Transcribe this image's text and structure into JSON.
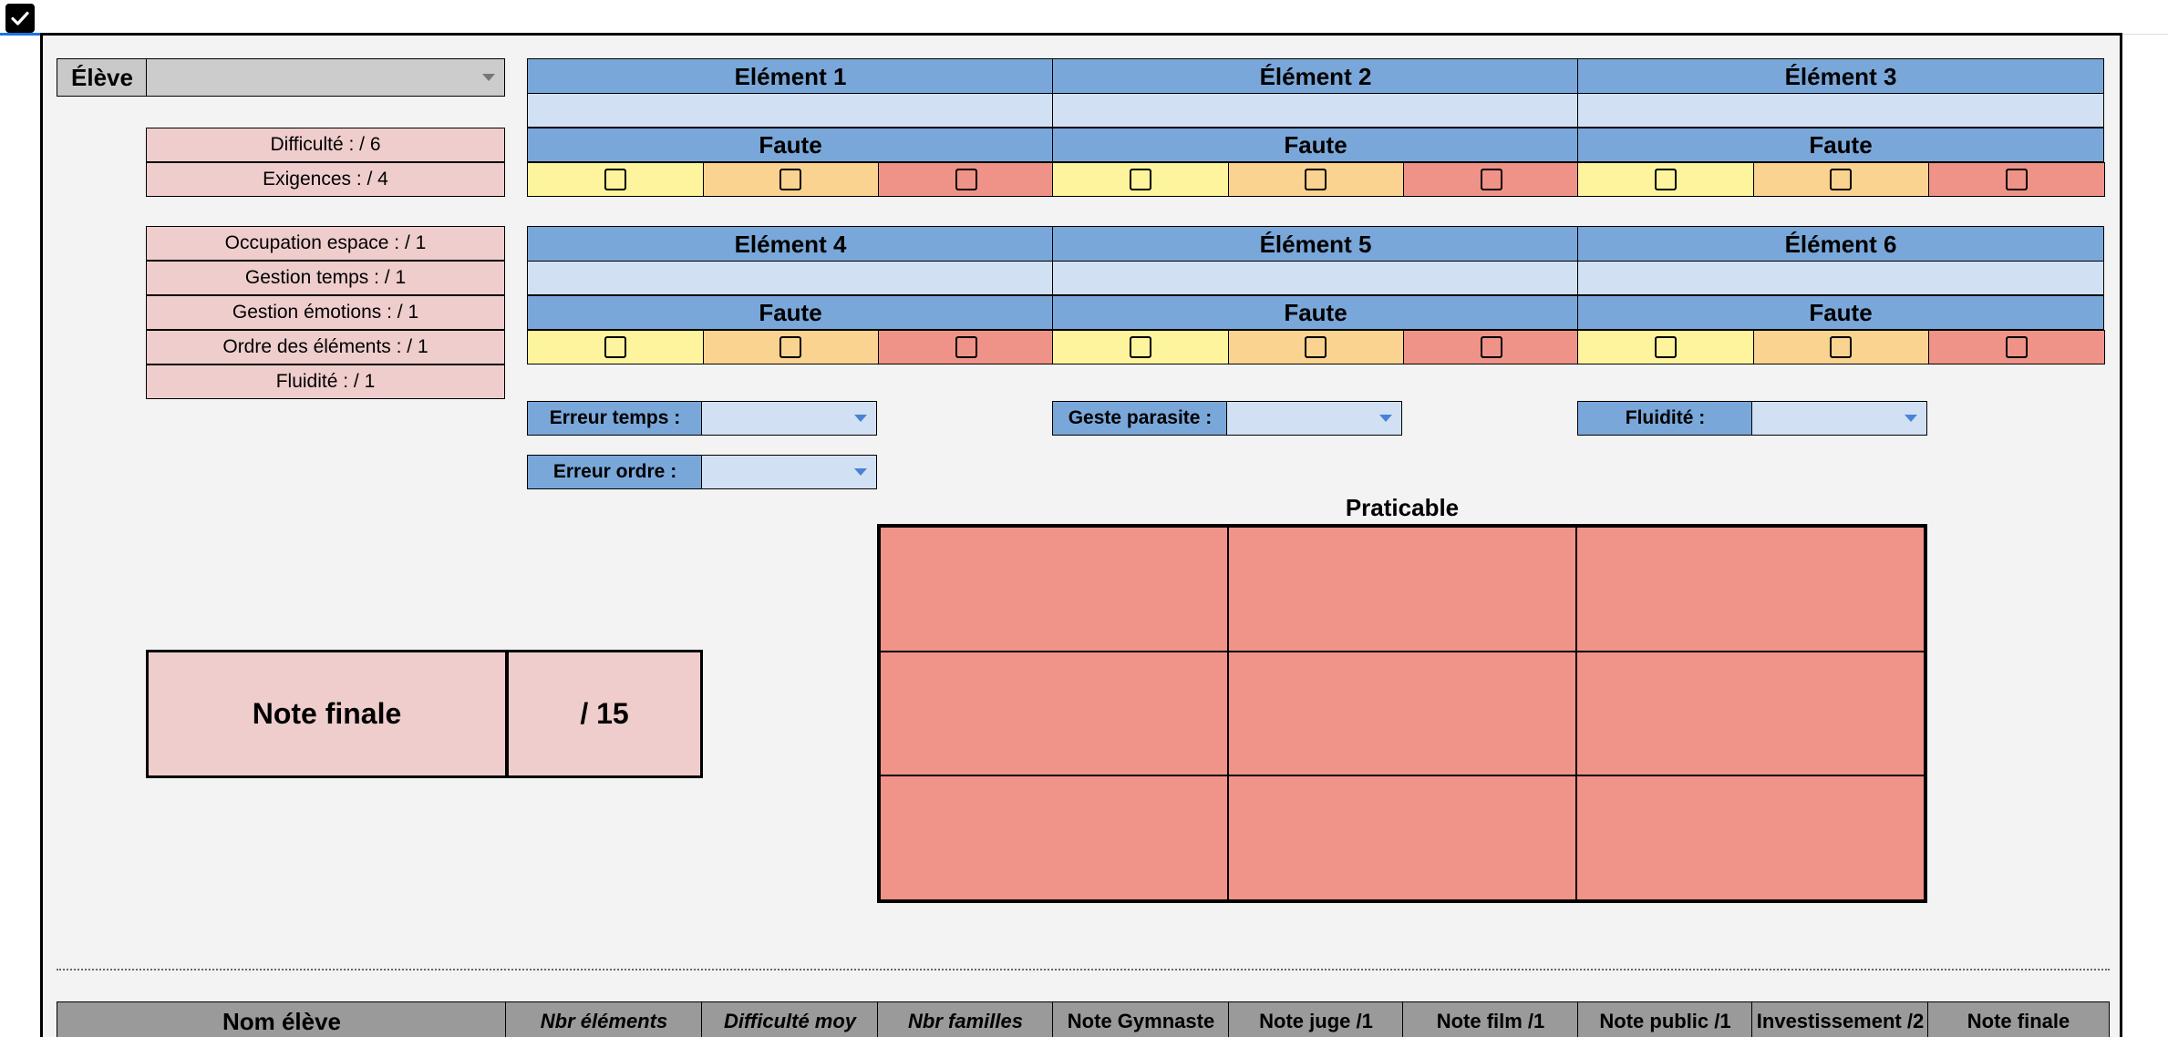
{
  "top": {
    "checkbox_checked": true
  },
  "eleve": {
    "label": "Élève",
    "value": ""
  },
  "elements_row1": [
    {
      "label": "Elément 1"
    },
    {
      "label": "Élément 2"
    },
    {
      "label": "Élément 3"
    }
  ],
  "elements_row2": [
    {
      "label": "Elément 4"
    },
    {
      "label": "Élément 5"
    },
    {
      "label": "Élément 6"
    }
  ],
  "faute_label": "Faute",
  "criteria_top": [
    {
      "label": "Difficulté : / 6"
    },
    {
      "label": "Exigences : / 4"
    }
  ],
  "criteria_bottom": [
    {
      "label": "Occupation espace :  / 1"
    },
    {
      "label": "Gestion temps :  / 1"
    },
    {
      "label": "Gestion émotions :  / 1"
    },
    {
      "label": "Ordre des éléments :  / 1"
    },
    {
      "label": "Fluidité :  / 1"
    }
  ],
  "dropdowns": {
    "erreur_temps": {
      "label": "Erreur temps :",
      "value": ""
    },
    "geste_parasite": {
      "label": "Geste parasite :",
      "value": ""
    },
    "fluidite": {
      "label": "Fluidité :",
      "value": ""
    },
    "erreur_ordre": {
      "label": "Erreur ordre :",
      "value": ""
    }
  },
  "praticable": {
    "title": "Praticable"
  },
  "note_finale": {
    "label": "Note finale",
    "value": "/ 15"
  },
  "table_headers": [
    "Nom élève",
    "Nbr éléments",
    "Difficulté moy",
    "Nbr familles",
    "Note Gymnaste",
    "Note juge /1",
    "Note film /1",
    "Note public /1",
    "Investissement /2",
    "Note finale"
  ],
  "colors": {
    "header_blue": "#7aa7d9",
    "light_blue": "#d1e1f3",
    "pink": "#efcdcd",
    "yellow": "#fdf49d",
    "orange": "#fbd391",
    "red": "#ef9388"
  }
}
